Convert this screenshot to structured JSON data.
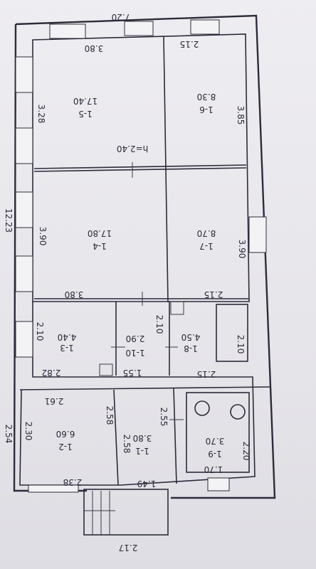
{
  "overall": {
    "width": "7.20",
    "length": "12.23",
    "lower_side": "2.54",
    "porch_width": "2.17"
  },
  "rooms": [
    {
      "id": "1-5",
      "area": "17.40",
      "top": "3.80",
      "side": "3.28"
    },
    {
      "id": "1-6",
      "area": "8.30",
      "top": "2.15",
      "side": "3.85"
    },
    {
      "id": "1-4",
      "area": "17.80",
      "side": "3.90"
    },
    {
      "id": "1-7",
      "area": "8.70",
      "side": "3.90"
    },
    {
      "id": "1-3",
      "area": "4.40",
      "side": "2.10"
    },
    {
      "id": "1-10",
      "area": "2.90",
      "side": "2.10"
    },
    {
      "id": "1-8",
      "area": "4.50",
      "side": "2.10"
    },
    {
      "id": "1-2",
      "area": "6.60",
      "side": "2.30"
    },
    {
      "id": "1-1",
      "area": "3.80",
      "side": "2.58"
    },
    {
      "id": "1-9",
      "area": "3.70",
      "side": "2.20"
    }
  ],
  "dims": {
    "ceiling": "h=2.40",
    "d_380": "3.80",
    "d_215": "2.15",
    "d_282": "2.82",
    "d_155": "1.55",
    "d_215b": "2.15",
    "d_261": "2.61",
    "d_255": "2.55",
    "d_258": "2.58",
    "d_238": "2.38",
    "d_149": "1.49",
    "d_170": "1.70"
  }
}
